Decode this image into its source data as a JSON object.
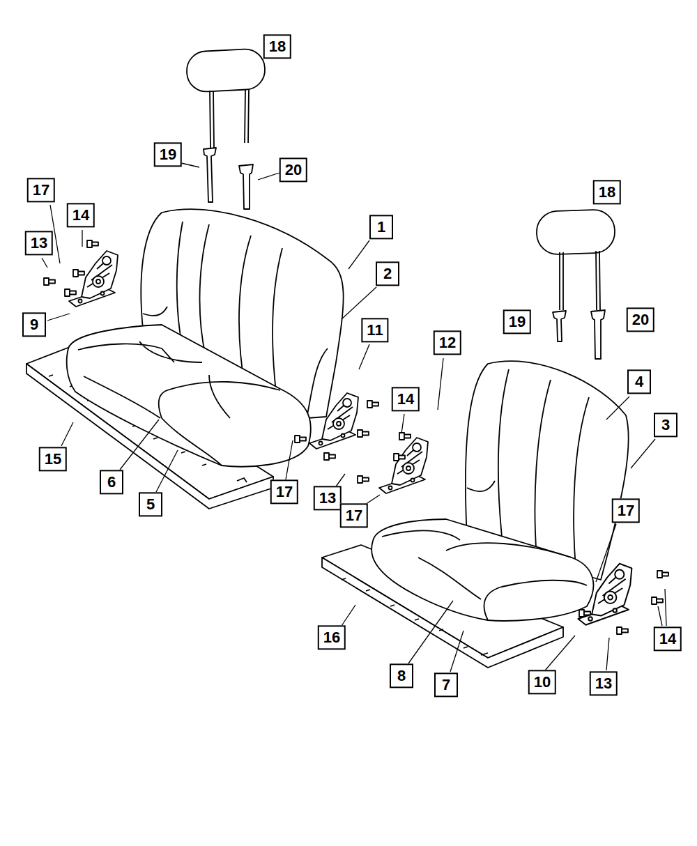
{
  "diagram": {
    "labels": [
      "18",
      "19",
      "20",
      "17",
      "14",
      "1",
      "13",
      "2",
      "18",
      "19",
      "20",
      "9",
      "11",
      "12",
      "4",
      "14",
      "3",
      "15",
      "6",
      "17",
      "5",
      "13",
      "17",
      "17",
      "16",
      "8",
      "7",
      "10",
      "13",
      "14"
    ]
  }
}
